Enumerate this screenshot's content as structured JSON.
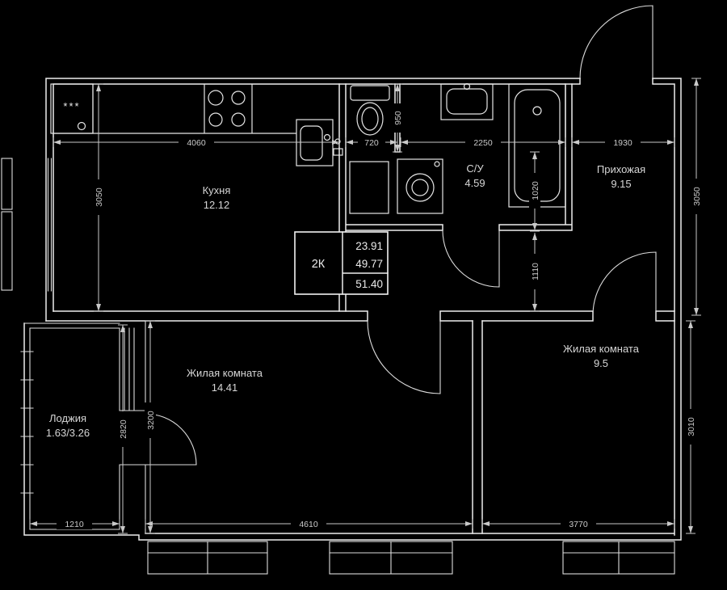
{
  "plan": {
    "info": {
      "type_label": "2К",
      "rows": [
        "23.91",
        "49.77",
        "51.40"
      ]
    },
    "rooms": {
      "kitchen": {
        "name": "Кухня",
        "area": "12.12"
      },
      "bathroom": {
        "name": "С/У",
        "area": "4.59"
      },
      "hallway": {
        "name": "Прихожая",
        "area": "9.15"
      },
      "living1": {
        "name": "Жилая комната",
        "area": "14.41"
      },
      "living2": {
        "name": "Жилая комната",
        "area": "9.5"
      },
      "loggia": {
        "name": "Лоджия",
        "area": "1.63/3.26"
      }
    },
    "dims": {
      "kitchen_w": "4060",
      "niche_w": "720",
      "bath_w": "2250",
      "hall_w": "1930",
      "left_h": "3050",
      "right_h": "3050",
      "niche_h": "950",
      "bath_seg_h": "1020",
      "corridor_h": "1110",
      "living1_h": "3200",
      "loggia_h": "2820",
      "loggia_w": "1210",
      "living1_w": "4610",
      "living2_w": "3770",
      "living2_h": "3010"
    },
    "icons": {
      "fridge_marks": "***"
    },
    "colors": {
      "background": "#000000",
      "line": "#ededed",
      "dim": "#c9c9c9"
    }
  }
}
